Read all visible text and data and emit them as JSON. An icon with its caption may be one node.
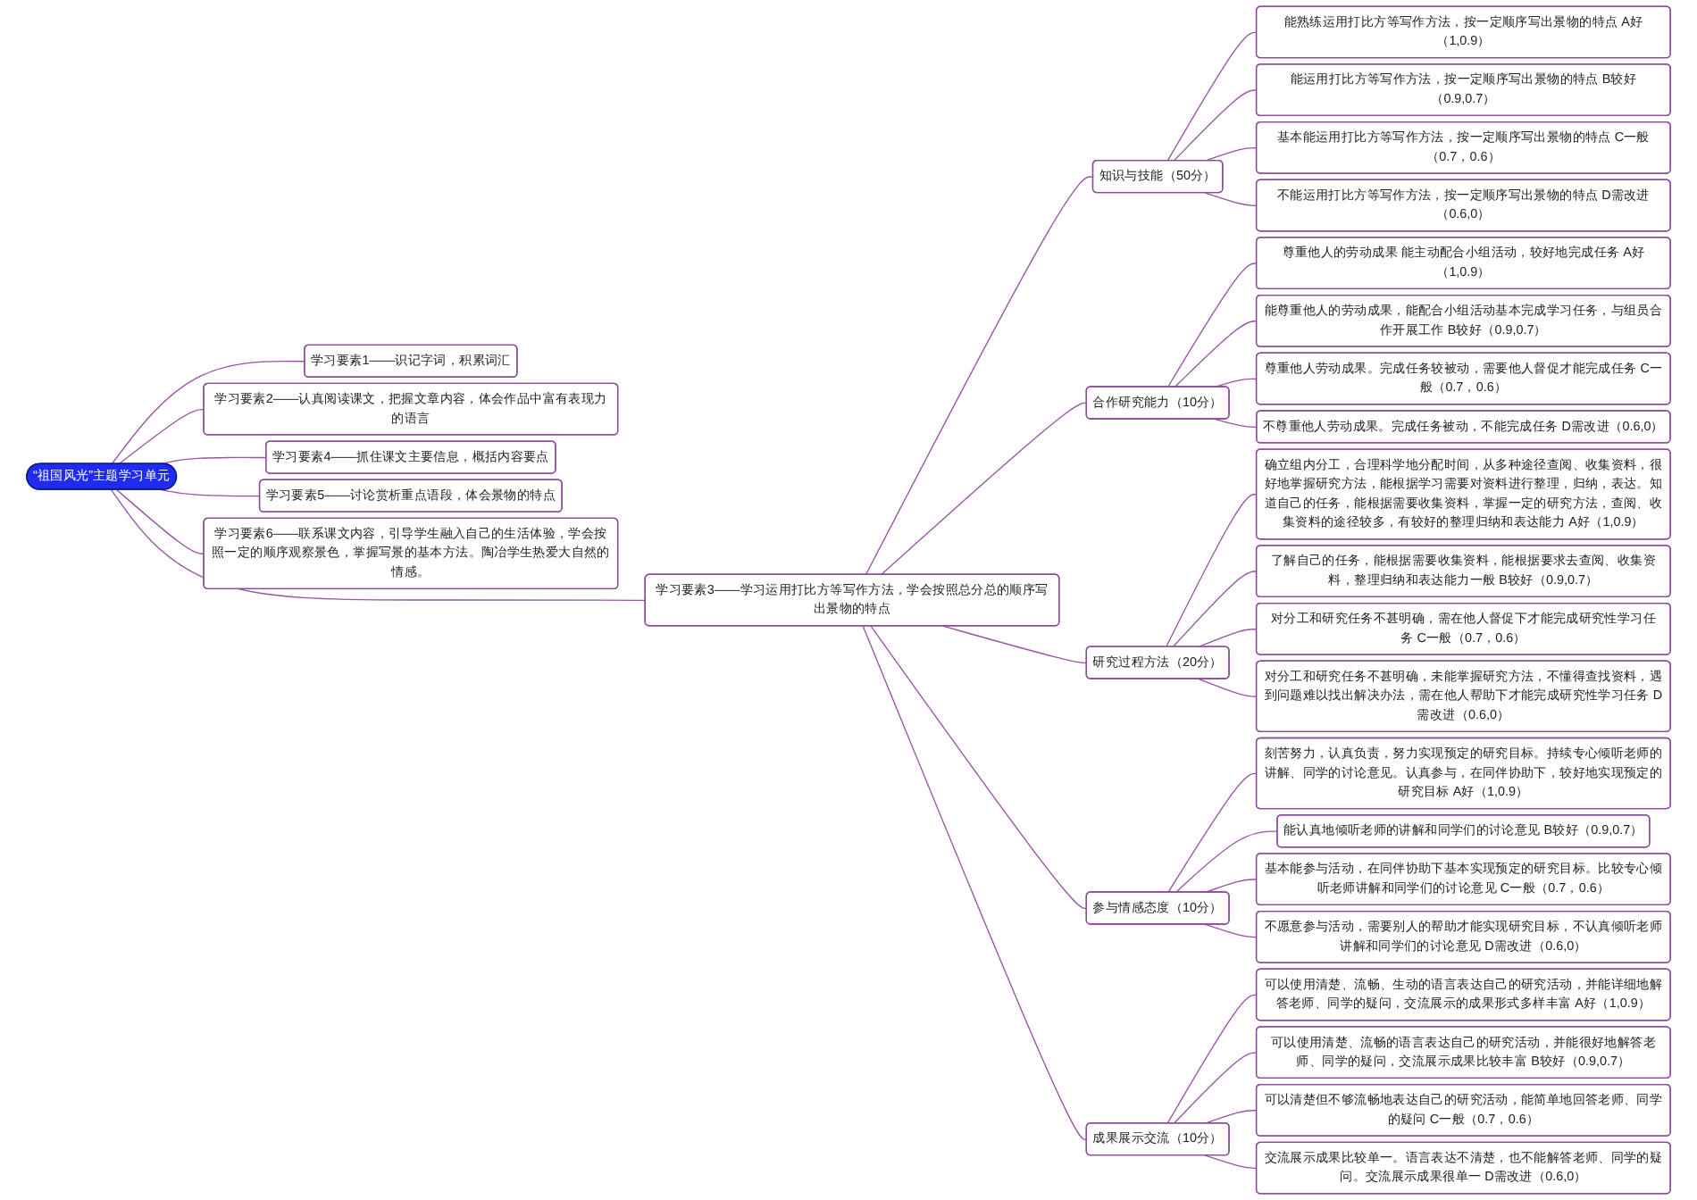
{
  "diagram": {
    "nodes": [
      {
        "text": [
          "“祖国风光”主题学习单元"
        ]
      },
      {
        "text": [
          "学习要素1——识记字词，积累词汇"
        ]
      },
      {
        "text": [
          "学习要素2——认真阅读课文，把握文章内容，体会作品中富有表现力的语言"
        ]
      },
      {
        "text": [
          "学习要素3——学习运用打比方等写作方法，学会按照总分总的顺序写出景物的特点"
        ]
      },
      {
        "text": [
          "知识与技能（50分）"
        ]
      },
      {
        "text": [
          "能熟练运用打比方等写作方法，按一定顺序写出景物的特点 A好（1,0.9）"
        ]
      },
      {
        "text": [
          "能运用打比方等写作方法，按一定顺序写出景物的特点 B较好（0.9,0.7）"
        ]
      },
      {
        "text": [
          "基本能运用打比方等写作方法，按一定顺序写出景物的特点 C一般（0.7，0.6）"
        ]
      },
      {
        "text": [
          "不能运用打比方等写作方法，按一定顺序写出景物的特点 D需改进（0.6,0）"
        ]
      },
      {
        "text": [
          "合作研究能力（10分）"
        ]
      },
      {
        "text": [
          "尊重他人的劳动成果 能主动配合小组活动，较好地完成任务 A好（1,0.9）"
        ]
      },
      {
        "text": [
          "能尊重他人的劳动成果，能配合小组活动基本完成学习任务，与组员合作开展工作 B较好（0.9,0.7）"
        ]
      },
      {
        "text": [
          "尊重他人劳动成果。完成任务较被动，需要他人督促才能完成任务 C一般（0.7，0.6）"
        ]
      },
      {
        "text": [
          "不尊重他人劳动成果。完成任务被动，不能完成任务 D需改进（0.6,0）"
        ]
      },
      {
        "text": [
          "研究过程方法（20分）"
        ]
      },
      {
        "text": [
          "确立组内分工，合理科学地分配时间，从多种途径查阅、收集资料，很好地掌握研究方法，能根据学习需要对资料进行整理，归纳，表达。知道自己的任务，能根据需要收集资料，掌握一定的研究方法，查阅、收集资料的途径较多，有较好的整理归纳和表达能力 A好（1,0.9）"
        ]
      },
      {
        "text": [
          "了解自己的任务，能根据需要收集资料，能根据要求去查阅、收集资料，整理归纳和表达能力一般 B较好（0.9,0.7）"
        ]
      },
      {
        "text": [
          "对分工和研究任务不甚明确，需在他人督促下才能完成研究性学习任务 C一般（0.7，0.6）"
        ]
      },
      {
        "text": [
          "对分工和研究任务不甚明确，未能掌握研究方法，不懂得查找资料，遇到问题难以找出解决办法，需在他人帮助下才能完成研究性学习任务 D需改进（0.6,0）"
        ]
      },
      {
        "text": [
          "参与情感态度（10分）"
        ]
      },
      {
        "text": [
          "刻苦努力，认真负责，努力实现预定的研究目标。持续专心倾听老师的讲解、同学的讨论意见。认真参与，在同伴协助下，较好地实现预定的研究目标 A好（1,0.9）"
        ]
      },
      {
        "text": [
          "能认真地倾听老师的讲解和同学们的讨论意见 B较好（0.9,0.7）"
        ]
      },
      {
        "text": [
          "基本能参与活动，在同伴协助下基本实现预定的研究目标。比较专心倾听老师讲解和同学们的讨论意见 C一般（0.7，0.6）"
        ]
      },
      {
        "text": [
          "不愿意参与活动，需要别人的帮助才能实现研究目标，不认真倾听老师讲解和同学们的讨论意见 D需改进（0.6,0）"
        ]
      },
      {
        "text": [
          "成果展示交流（10分）"
        ]
      },
      {
        "text": [
          "可以使用清楚、流畅、生动的语言表达自己的研究活动，并能详细地解答老师、同学的疑问，交流展示的成果形式多样丰富 A好（1,0.9）"
        ]
      },
      {
        "text": [
          "可以使用清楚、流畅的语言表达自己的研究活动，并能很好地解答老师、同学的疑问，交流展示成果比较丰富 B较好（0.9,0.7）"
        ]
      },
      {
        "text": [
          "可以清楚但不够流畅地表达自己的研究活动，能简单地回答老师、同学的疑问 C一般（0.7，0.6）"
        ]
      },
      {
        "text": [
          "交流展示成果比较单一。语言表达不清楚，也不能解答老师、同学的疑问。交流展示成果很单一 D需改进（0.6,0）"
        ]
      },
      {
        "text": [
          "学习要素4——抓住课文主要信息，概括内容要点"
        ]
      },
      {
        "text": [
          "学习要素5——讨论赏析重点语段，体会景物的特点"
        ]
      },
      {
        "text": [
          "学习要素6——联系课文内容，引导学生融入自己的生活体验，学会按照一定的顺序观察景色，掌握写景的基本方法。陶冶学生热爱大自然的情感。"
        ]
      }
    ],
    "edges": [
      {
        "from": 0,
        "to": 1,
        "arrow": "none"
      },
      {
        "from": 0,
        "to": 2,
        "arrow": "none"
      },
      {
        "from": 0,
        "to": 3,
        "arrow": "none"
      },
      {
        "from": 3,
        "to": 4,
        "arrow": "none"
      },
      {
        "from": 4,
        "to": 5,
        "arrow": "none"
      },
      {
        "from": 4,
        "to": 6,
        "arrow": "none"
      },
      {
        "from": 4,
        "to": 7,
        "arrow": "none"
      },
      {
        "from": 4,
        "to": 8,
        "arrow": "none"
      },
      {
        "from": 3,
        "to": 9,
        "arrow": "none"
      },
      {
        "from": 9,
        "to": 10,
        "arrow": "none"
      },
      {
        "from": 9,
        "to": 11,
        "arrow": "none"
      },
      {
        "from": 9,
        "to": 12,
        "arrow": "none"
      },
      {
        "from": 9,
        "to": 13,
        "arrow": "none"
      },
      {
        "from": 3,
        "to": 14,
        "arrow": "none"
      },
      {
        "from": 14,
        "to": 15,
        "arrow": "none"
      },
      {
        "from": 14,
        "to": 16,
        "arrow": "none"
      },
      {
        "from": 14,
        "to": 17,
        "arrow": "none"
      },
      {
        "from": 14,
        "to": 18,
        "arrow": "none"
      },
      {
        "from": 3,
        "to": 19,
        "arrow": "none"
      },
      {
        "from": 19,
        "to": 20,
        "arrow": "none"
      },
      {
        "from": 19,
        "to": 21,
        "arrow": "none"
      },
      {
        "from": 19,
        "to": 22,
        "arrow": "none"
      },
      {
        "from": 19,
        "to": 23,
        "arrow": "none"
      },
      {
        "from": 3,
        "to": 24,
        "arrow": "none"
      },
      {
        "from": 24,
        "to": 25,
        "arrow": "none"
      },
      {
        "from": 24,
        "to": 26,
        "arrow": "none"
      },
      {
        "from": 24,
        "to": 27,
        "arrow": "none"
      },
      {
        "from": 24,
        "to": 28,
        "arrow": "none"
      },
      {
        "from": 0,
        "to": 29,
        "arrow": "none"
      },
      {
        "from": 0,
        "to": 30,
        "arrow": "none"
      },
      {
        "from": 0,
        "to": 31,
        "arrow": "none"
      }
    ]
  }
}
